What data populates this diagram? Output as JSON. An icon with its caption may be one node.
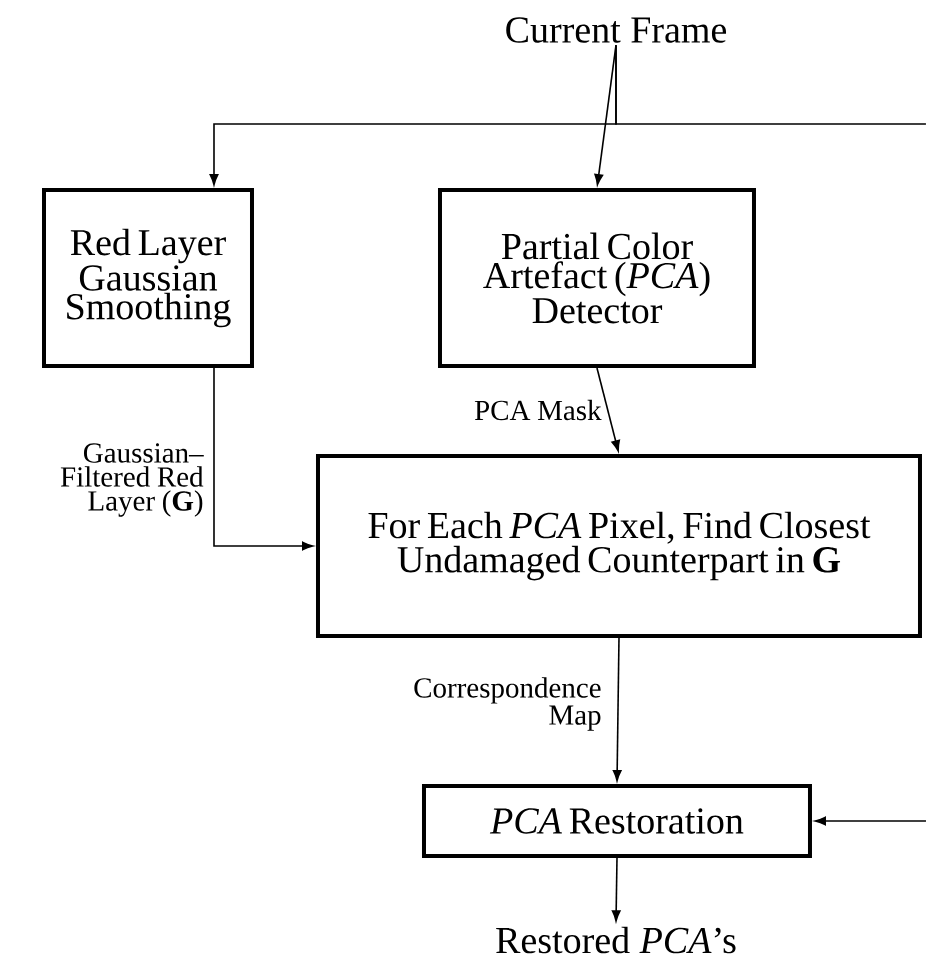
{
  "diagram": {
    "nodes": [
      {
        "text": [
          "Current Frame"
        ]
      },
      {
        "text": [
          "Red Layer Gaussian Smoothing"
        ]
      },
      {
        "text": [
          "Partial Color Artefact (*PCA*) Detector"
        ]
      },
      {
        "text": [
          "For Each *PCA* Pixel, Find Closest Undamaged Counterpart in **G**"
        ]
      },
      {
        "text": [
          "*PCA* Restoration"
        ]
      },
      {
        "text": [
          "Restored *PCA*’s"
        ]
      }
    ],
    "edges": [
      {
        "from": 0,
        "to": 1,
        "arrow": "to"
      },
      {
        "from": 0,
        "to": 2,
        "arrow": "to"
      },
      {
        "from": 0,
        "to": null,
        "arrow": "none"
      },
      {
        "from": 1,
        "to": 3,
        "arrow": "to",
        "label": "Gaussian– Filtered Red Layer (**G**)"
      },
      {
        "from": 2,
        "to": 3,
        "arrow": "to",
        "label": "PCA Mask"
      },
      {
        "from": 3,
        "to": 4,
        "arrow": "to",
        "label": "Correspondence Map"
      },
      {
        "from": null,
        "to": 4,
        "arrow": "to"
      },
      {
        "from": 4,
        "to": 5,
        "arrow": "to"
      }
    ]
  }
}
